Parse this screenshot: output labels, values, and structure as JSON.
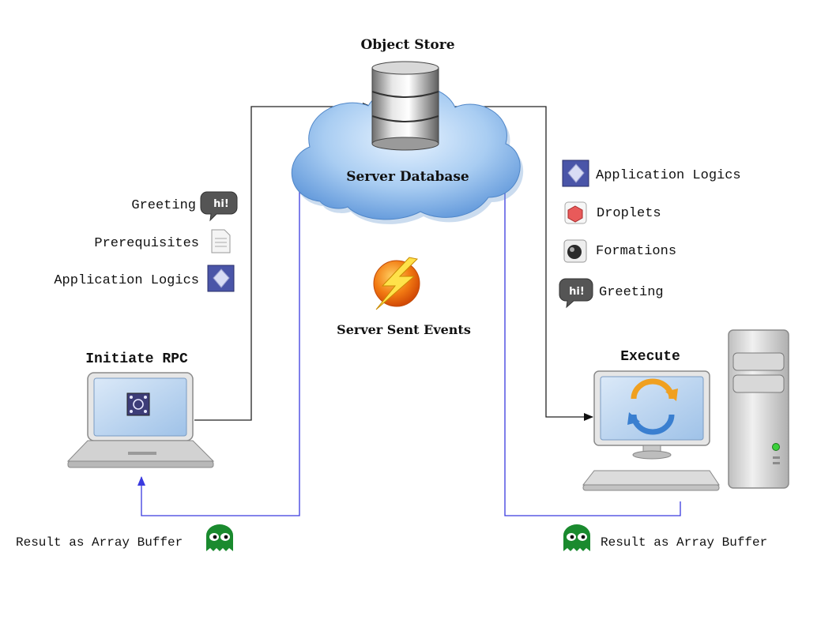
{
  "nodes": {
    "object_store": "Object Store",
    "server_database": "Server Database",
    "server_sent_events": "Server Sent Events",
    "initiate_rpc": "Initiate RPC",
    "execute": "Execute"
  },
  "left_items": [
    {
      "label": "Greeting",
      "icon": "hi-speech-bubble-icon"
    },
    {
      "label": "Prerequisites",
      "icon": "document-icon"
    },
    {
      "label": "Application Logics",
      "icon": "application-logic-icon"
    }
  ],
  "right_items": [
    {
      "label": "Application Logics",
      "icon": "application-logic-icon"
    },
    {
      "label": "Droplets",
      "icon": "droplet-cube-icon"
    },
    {
      "label": "Formations",
      "icon": "formation-icon"
    },
    {
      "label": "Greeting",
      "icon": "hi-speech-bubble-icon"
    }
  ],
  "results": {
    "left": "Result as Array Buffer",
    "right": "Result as Array Buffer"
  },
  "colors": {
    "request_line": "#222222",
    "response_line": "#3a3adf",
    "cloud": "#7fb2e8",
    "greeting_green": "#1a8a2e",
    "bolt_orange": "#f06010"
  }
}
